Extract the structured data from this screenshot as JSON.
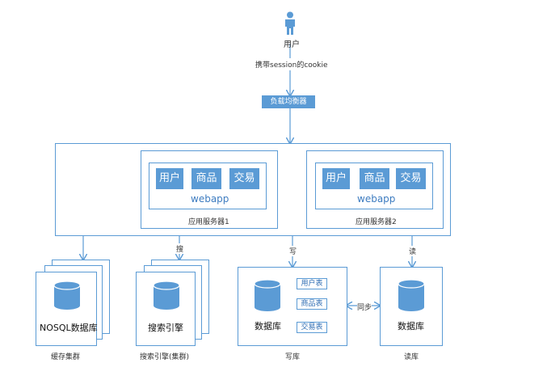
{
  "diagram": {
    "user_label": "用户",
    "cookie_label": "携带session的cookie",
    "lb_label": "负载均衡器",
    "servers": [
      {
        "modules": [
          "用户",
          "商品",
          "交易"
        ],
        "webapp": "webapp",
        "caption": "应用服务器1"
      },
      {
        "modules": [
          "用户",
          "商品",
          "交易"
        ],
        "webapp": "webapp",
        "caption": "应用服务器2"
      }
    ],
    "arrow_labels": {
      "search": "搜",
      "write": "写",
      "read": "读",
      "sync": "同步"
    },
    "cache": {
      "box_label": "NOSQL数据库",
      "caption": "缓存集群"
    },
    "search": {
      "box_label": "搜索引擎",
      "caption": "搜索引擎(集群)"
    },
    "write_db": {
      "box_label": "数据库",
      "tables": [
        "用户表",
        "商品表",
        "交易表"
      ],
      "caption": "写库"
    },
    "read_db": {
      "box_label": "数据库",
      "caption": "读库"
    },
    "colors": {
      "accent": "#5b9bd5",
      "line": "#7aa7d8"
    }
  }
}
